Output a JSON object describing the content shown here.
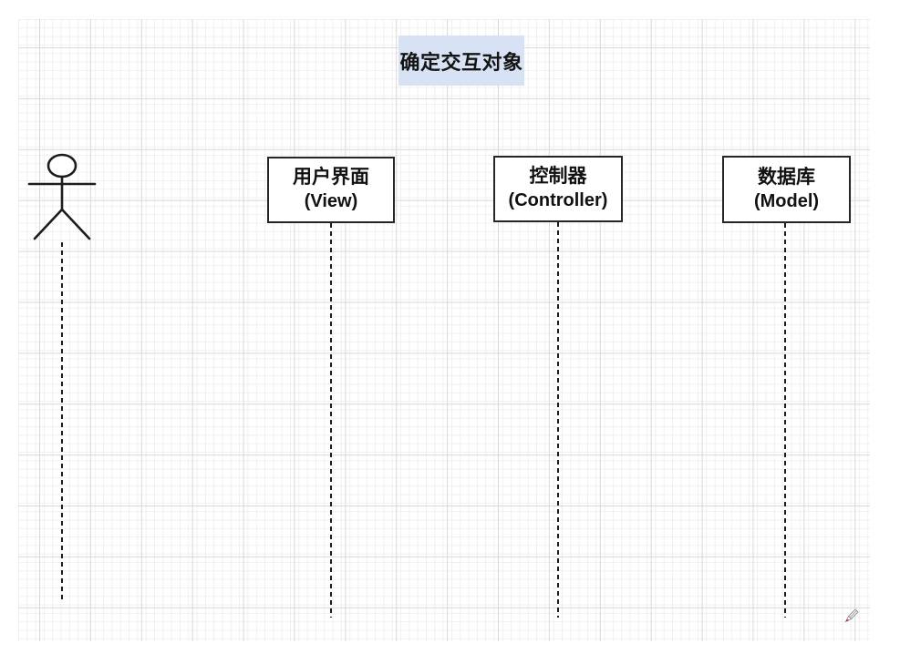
{
  "canvas": {
    "title": "确定交互对象",
    "title_highlight_color": "#d7e3f4",
    "grid_minor_color": "#f0f0f0",
    "grid_major_color": "#d8d8d8",
    "stroke_color": "#1c1c1c"
  },
  "lifelines": [
    {
      "id": "actor",
      "kind": "actor-icon",
      "label_zh": "",
      "label_en": ""
    },
    {
      "id": "view",
      "kind": "box",
      "label_zh": "用户界面",
      "label_en": "(View)"
    },
    {
      "id": "controller",
      "kind": "box",
      "label_zh": "控制器",
      "label_en": "(Controller)"
    },
    {
      "id": "model",
      "kind": "box",
      "label_zh": "数据库",
      "label_en": "(Model)"
    }
  ],
  "cursor": {
    "name": "pencil-cursor",
    "tip_color": "#cc2222"
  }
}
